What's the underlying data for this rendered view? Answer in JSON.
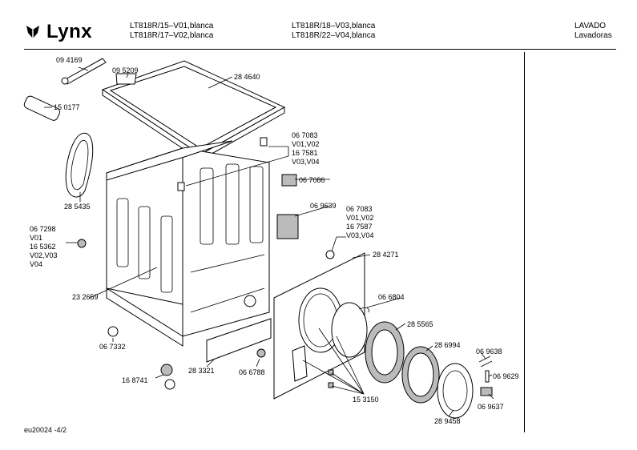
{
  "header": {
    "brand": "Lynx",
    "models_col1": [
      "LT818R/15–V01,blanca",
      "LT818R/17–V02,blanca"
    ],
    "models_col2": [
      "LT818R/18–V03,blanca",
      "LT818R/22–V04,blanca"
    ],
    "category": [
      "LAVADO",
      "Lavadoras"
    ]
  },
  "parts": {
    "p094169": "09 4169",
    "p095209": "09 5209",
    "p284640": "28 4640",
    "p150177": "15 0177",
    "p285435": "28 5435",
    "g1": [
      "06 7083",
      "V01,V02",
      "16 7581",
      "V03,V04"
    ],
    "p067086": "06 7086",
    "p069639": "06 9639",
    "g2": [
      "06 7083",
      "V01,V02",
      "16 7587",
      "V03,V04"
    ],
    "p284271": "28 4271",
    "g3": [
      "06 7298",
      "V01",
      "16 5362",
      "V02,V03",
      "V04"
    ],
    "p232659": "23 2659",
    "p066804": "06 6804",
    "p285565": "28 5565",
    "p067332": "06 7332",
    "p286994": "28 6994",
    "p069638": "06 9638",
    "p069629": "06 9629",
    "p283321": "28 3321",
    "p066788": "06 6788",
    "p168741": "16 8741",
    "p153150": "15 3150",
    "p069637": "06 9637",
    "p289458": "28 9458"
  },
  "footer": "eu20024 -4/2"
}
